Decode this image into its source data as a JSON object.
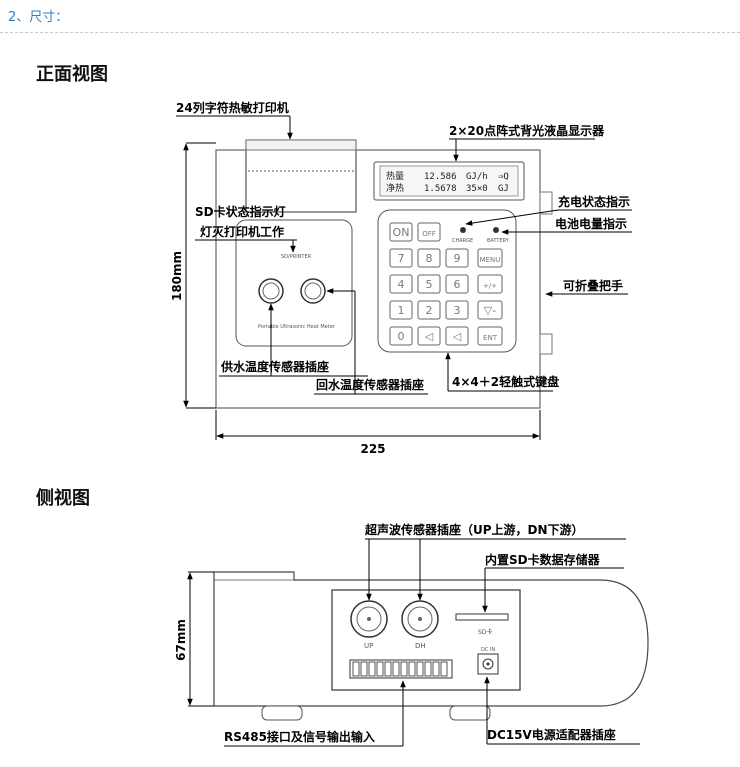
{
  "header": {
    "section_label": "2、尺寸："
  },
  "front_view": {
    "title": "正面视图",
    "labels": {
      "printer": "24列字符热敏打印机",
      "lcd": "2×20点阵式背光液晶显示器",
      "sd_indicator_1": "SD卡状态指示灯",
      "sd_indicator_2": "灯灭打印机工作",
      "charge_indicator": "充电状态指示",
      "battery_indicator": "电池电量指示",
      "handle": "可折叠把手",
      "supply_sensor": "供水温度传感器插座",
      "return_sensor": "回水温度传感器插座",
      "keypad": "4×4＋2轻触式键盘"
    },
    "dimensions": {
      "height": "180mm",
      "width": "225"
    },
    "lcd_lines": [
      {
        "name": "热量",
        "value": "12.586",
        "unit": "GJ/h",
        "tail": "⇒Q"
      },
      {
        "name": "净热",
        "value": "1.5678",
        "unit": "35×0",
        "tail": "GJ"
      }
    ],
    "panel_text": {
      "sd_printer": "SD/PRINTER",
      "caption": "Portable Ultrasonic Heat Meter",
      "charge": "CHARGE",
      "battery": "BATTERY"
    },
    "keys": [
      "ON",
      "OFF",
      "7",
      "8",
      "9",
      "MENU",
      "4",
      "5",
      "6",
      "+/+",
      "1",
      "2",
      "3",
      "▽-",
      "0",
      "◁",
      "◁",
      "ENT"
    ]
  },
  "side_view": {
    "title": "侧视图",
    "labels": {
      "ultrasonic": "超声波传感器插座（UP上游，DN下游）",
      "sd_storage": "内置SD卡数据存储器",
      "rs485": "RS485接口及信号输出输入",
      "dc": "DC15V电源适配器插座"
    },
    "dimensions": {
      "height": "67mm"
    },
    "port_labels": {
      "up": "UP",
      "dn": "DH",
      "sd": "SD卡",
      "dc": "DC IN"
    }
  }
}
